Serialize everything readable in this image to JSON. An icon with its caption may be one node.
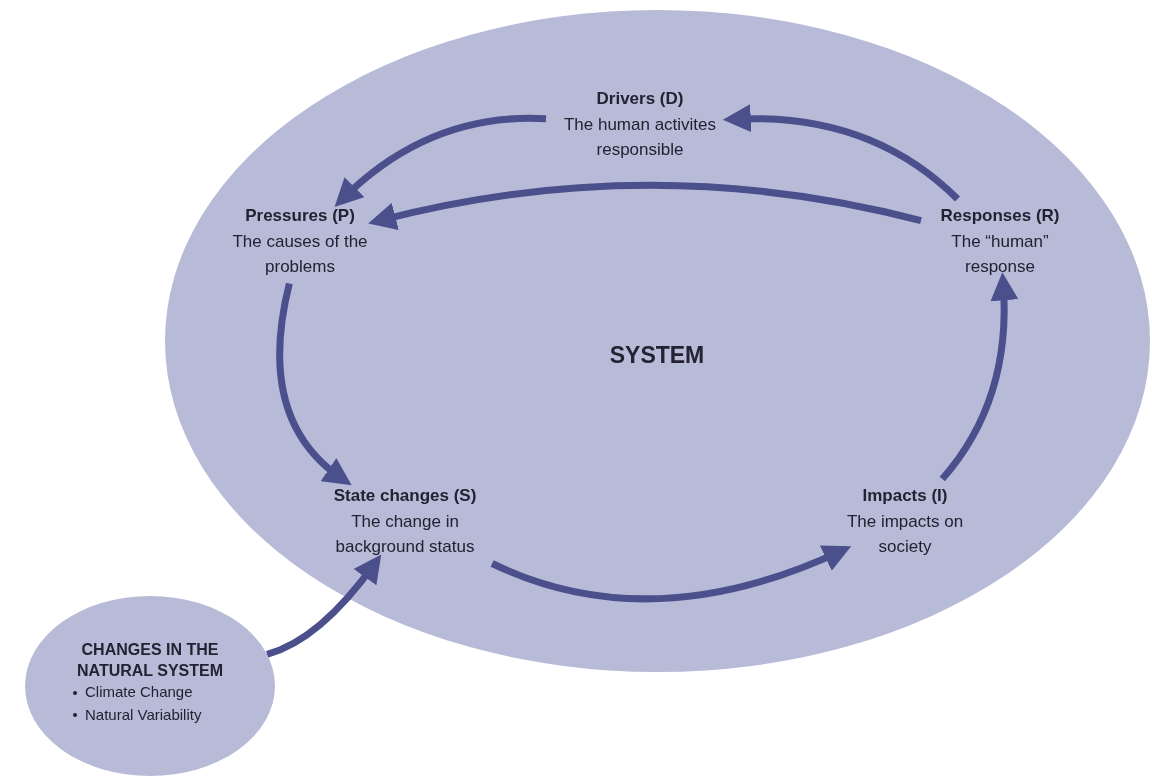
{
  "diagram": {
    "nodes": [
      {
        "text": [
          "SYSTEM"
        ]
      },
      {
        "text": [
          "Drivers (D)",
          "The human activites responsible"
        ],
        "in": 0
      },
      {
        "text": [
          "Pressures (P)",
          "The causes of the problems"
        ],
        "in": 0
      },
      {
        "text": [
          "State changes (S)",
          "The change in background status"
        ],
        "in": 0
      },
      {
        "text": [
          "Impacts (I)",
          "The impacts on society"
        ],
        "in": 0
      },
      {
        "text": [
          "Responses (R)",
          "The “human” response"
        ],
        "in": 0
      },
      {
        "text": [
          "CHANGES IN THE NATURAL SYSTEM",
          "Climate Change",
          "Natural Variability"
        ]
      }
    ],
    "edges": [
      {
        "from": 1,
        "to": 2,
        "arrow": "to"
      },
      {
        "from": 5,
        "to": 1,
        "arrow": "to"
      },
      {
        "from": 5,
        "to": 2,
        "arrow": "to"
      },
      {
        "from": 2,
        "to": 3,
        "arrow": "to"
      },
      {
        "from": 3,
        "to": 4,
        "arrow": "to"
      },
      {
        "from": 4,
        "to": 5,
        "arrow": "to"
      },
      {
        "from": 6,
        "to": 3,
        "arrow": "to"
      }
    ]
  }
}
